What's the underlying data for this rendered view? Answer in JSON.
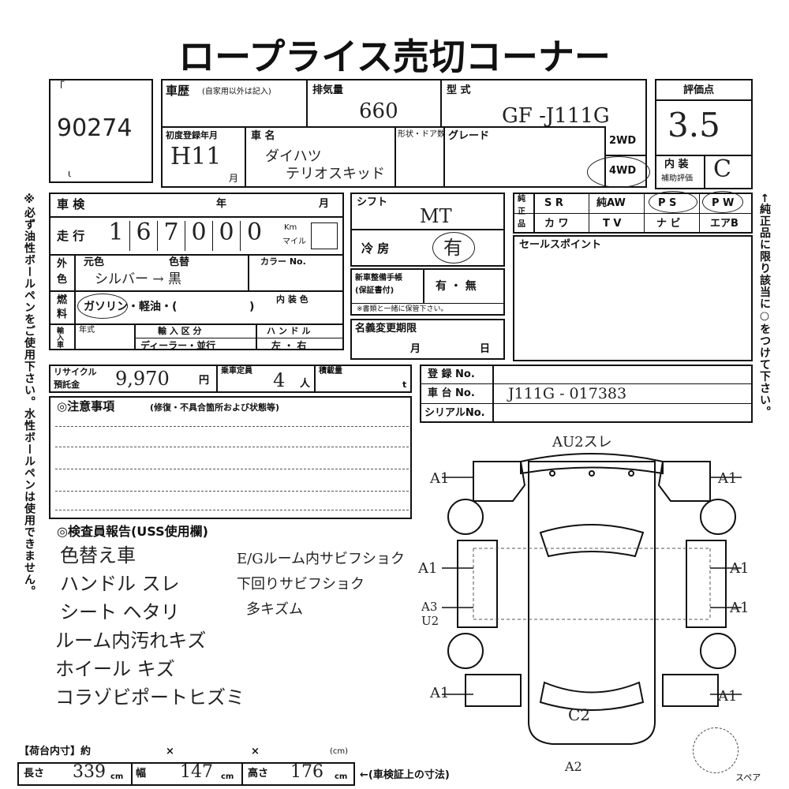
{
  "title": "ロープライス売切コーナー",
  "lot_number": "90274",
  "lot_mark": "「",
  "lot_mark2": "ι",
  "history": {
    "label": "車歴",
    "note": "(自家用以外は記入)"
  },
  "displacement": {
    "label": "排気量",
    "value": "660"
  },
  "model": {
    "label": "型 式",
    "value": "GF -J111G"
  },
  "score": {
    "label": "評価点",
    "value": "3.5"
  },
  "first_registration": {
    "label": "初度登録年月",
    "year": "H11",
    "month_label": "月"
  },
  "car_name": {
    "label": "車 名",
    "line1": "ダイハツ",
    "line2": "テリオスキッド"
  },
  "body_doors": {
    "label": "形状・ドア数"
  },
  "grade": {
    "label": "グレード"
  },
  "drive": {
    "two": "2WD",
    "four": "4WD"
  },
  "interior": {
    "label1": "内 装",
    "label2": "補助評価",
    "value": "C"
  },
  "inspection": {
    "label": "車 検",
    "year": "年",
    "month": "月"
  },
  "mileage": {
    "label": "走 行",
    "digits": [
      "1",
      "6",
      "7",
      "0",
      "0",
      "0"
    ],
    "unit1": "Km",
    "unit2": "マイル"
  },
  "shift": {
    "label": "シフト",
    "value": "MT"
  },
  "aircon": {
    "label": "冷 房",
    "value": "有"
  },
  "color": {
    "label_a": "外",
    "label_b": "色",
    "original": "元色",
    "change": "色替",
    "code": "カラー No.",
    "value": "シルバー → 黒"
  },
  "equipment": {
    "side_label": [
      "純",
      "正",
      "品"
    ],
    "row1": [
      "S R",
      "純AW",
      "P S",
      "P W"
    ],
    "row2": [
      "カ ワ",
      "T V",
      "ナ ビ",
      "エアB"
    ]
  },
  "sales_point": {
    "label": "セールスポイント"
  },
  "maintenance_book": {
    "line1": "新車整備手帳",
    "line2": "(保証書付)",
    "value": "有 ・ 無",
    "note": "※書類と一緒に保管下さい。"
  },
  "fuel": {
    "label_a": "燃",
    "label_b": "料",
    "options": "ガソリン・軽油・(",
    "close": ")",
    "interior_color": "内 装 色"
  },
  "import": {
    "label": "輸入車",
    "year": "年式",
    "type_label": "輸 入 区 分",
    "type_value": "ディーラー・並行",
    "handle_label": "ハ ン ド ル",
    "handle_value": "左 ・ 右"
  },
  "name_change": {
    "label": "名義変更期限",
    "month": "月",
    "day": "日"
  },
  "recycle": {
    "label1": "リサイクル",
    "label2": "預託金",
    "value": "9,970",
    "unit": "円"
  },
  "capacity": {
    "label": "乗車定員",
    "value": "4",
    "unit": "人"
  },
  "load": {
    "label": "積載量",
    "unit": "t"
  },
  "registration_no": {
    "label": "登 録 No."
  },
  "chassis_no": {
    "label": "車 台 No.",
    "value": "J111G - 017383"
  },
  "serial_no": {
    "label": "シリアルNo."
  },
  "caution": {
    "label": "◎注意事項",
    "note": "(修復・不具合箇所および状態等)"
  },
  "inspector": {
    "label": "◎検査員報告(USS使用欄)",
    "left_notes": [
      "色替え車",
      "ハンドル スレ",
      "シート ヘタリ",
      "ルーム内汚れキズ",
      "ホイール キズ",
      "コラゾビポートヒズミ"
    ],
    "right_notes": [
      "E/Gルーム内サビフショク",
      "下回りサビフショク",
      "多キズム"
    ]
  },
  "left_vertical": "※必ず油性ボールペンをご使用下さい。水性ボールペンは使用できません。",
  "right_vertical": "←純正品に限り該当に○をつけて下さい。",
  "diagram": {
    "top": "AU2スレ",
    "fl": "A1",
    "fr": "A1",
    "ml": "A1",
    "mr": "A1",
    "rl1": "A3",
    "rl2": "U2",
    "rr": "A1",
    "bl": "A1",
    "br": "A1",
    "rear": "C2",
    "bottom": "A2",
    "spare": "スペア"
  },
  "dimensions": {
    "header": "【荷台内寸】約",
    "x1": "×",
    "x2": "×",
    "cm": "(cm)",
    "length_label": "長さ",
    "length": "339",
    "width_label": "幅",
    "width": "147",
    "height_label": "高さ",
    "height": "176",
    "unit": "cm",
    "note": "←(車検証上の寸法)"
  }
}
